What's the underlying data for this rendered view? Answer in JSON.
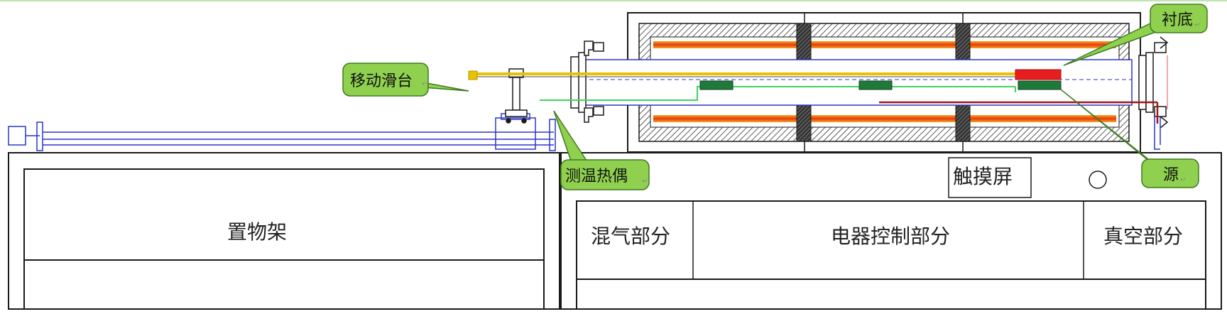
{
  "labels": {
    "sliding_stage": "移动滑台",
    "thermocouple": "测温热偶",
    "substrate": "衬底",
    "source": "源",
    "shelf": "置物架",
    "touchscreen": "触摸屏",
    "gas_mixing": "混气部分",
    "electrical_control": "电器控制部分",
    "vacuum": "真空部分"
  },
  "return_mark": "↵",
  "colors": {
    "tube": "#2b35c8",
    "outline": "#1a1a1a",
    "callout_fill": "#8fd14f",
    "callout_stroke": "#3f7a1f",
    "rod_yellow": "#e8c200",
    "probe_green": "#3fd65a",
    "block_green": "#1f7a3a",
    "substrate_red": "#e81e1e",
    "heater_hot": "#e83a10",
    "heater_warm": "#f5a623",
    "top_line": "#bfe6b0"
  }
}
